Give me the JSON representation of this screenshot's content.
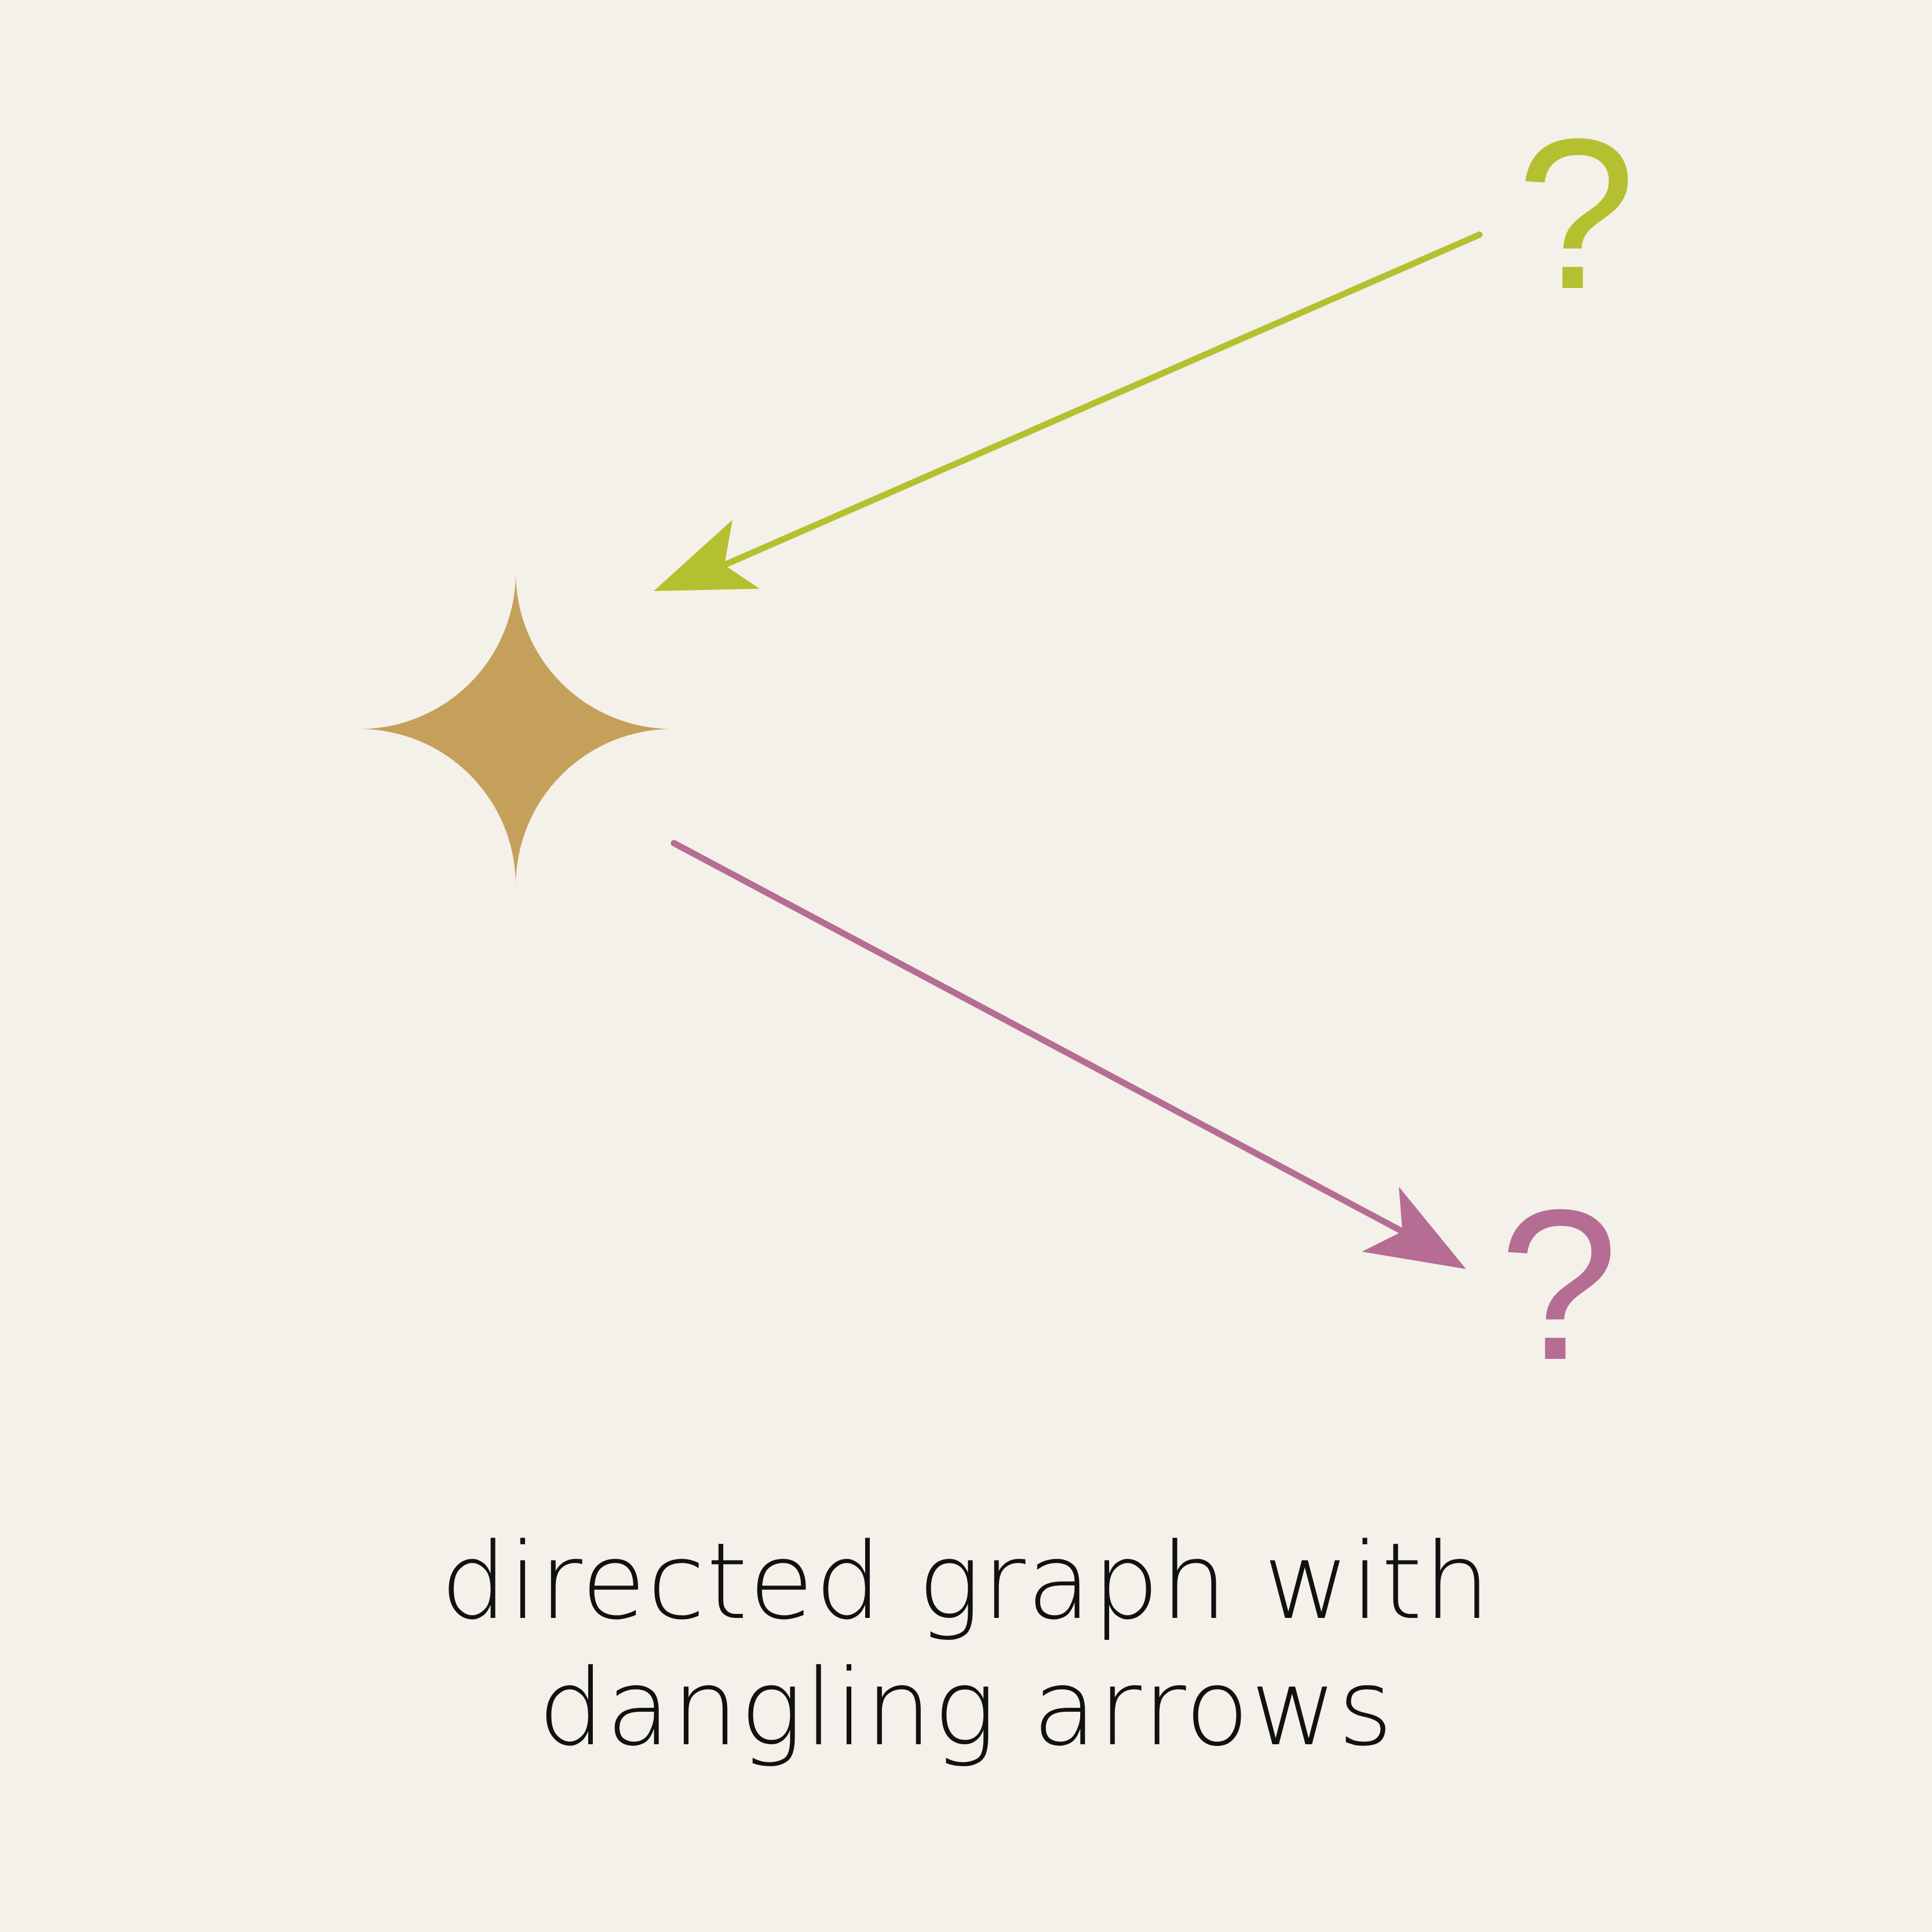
{
  "colors": {
    "background": "#f4f1ea",
    "node_fill": "#c4a05a",
    "incoming_edge": "#b5c030",
    "outgoing_edge": "#b56d94",
    "caption_text": "#111111"
  },
  "nodes": [
    {
      "id": "center",
      "shape": "four-point-star"
    },
    {
      "id": "unknown-source",
      "label": "?",
      "color": "#b5c030"
    },
    {
      "id": "unknown-target",
      "label": "?",
      "color": "#b56d94"
    }
  ],
  "edges": [
    {
      "from": "unknown-source",
      "to": "center",
      "color": "#b5c030"
    },
    {
      "from": "center",
      "to": "unknown-target",
      "color": "#b56d94"
    }
  ],
  "caption": {
    "line1": "directed graph with",
    "line2": "dangling arrows"
  }
}
